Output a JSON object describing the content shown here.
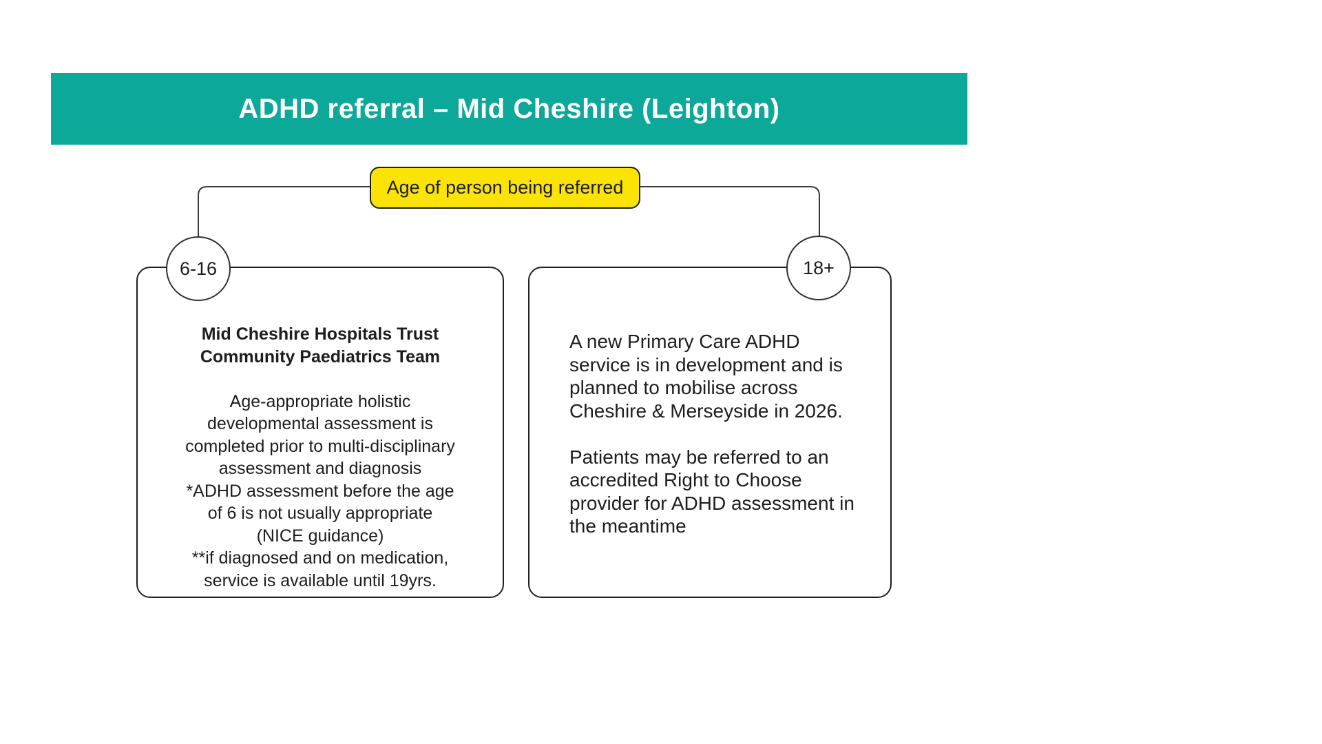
{
  "header": {
    "title": "ADHD referral – Mid Cheshire (Leighton)",
    "background_color": "#0ca89a",
    "text_color": "#ffffff"
  },
  "decision": {
    "label": "Age of person being referred",
    "background_color": "#fae305",
    "border_color": "#1f1f1f"
  },
  "branches": [
    {
      "age_label": "6-16",
      "heading": "Mid Cheshire Hospitals Trust\nCommunity Paediatrics Team",
      "body": "Age-appropriate holistic\ndevelopmental assessment is\ncompleted prior to multi-disciplinary\nassessment and diagnosis\n*ADHD assessment before the age\nof 6 is not usually appropriate\n(NICE guidance)\n**if diagnosed and on medication,\nservice is available until 19yrs."
    },
    {
      "age_label": "18+",
      "heading": "",
      "body": "A new Primary Care ADHD\nservice is in development and is\nplanned to mobilise across\nCheshire & Merseyside in 2026.\n\nPatients may be referred to an\naccredited Right to Choose\nprovider for ADHD assessment in\nthe meantime"
    }
  ]
}
